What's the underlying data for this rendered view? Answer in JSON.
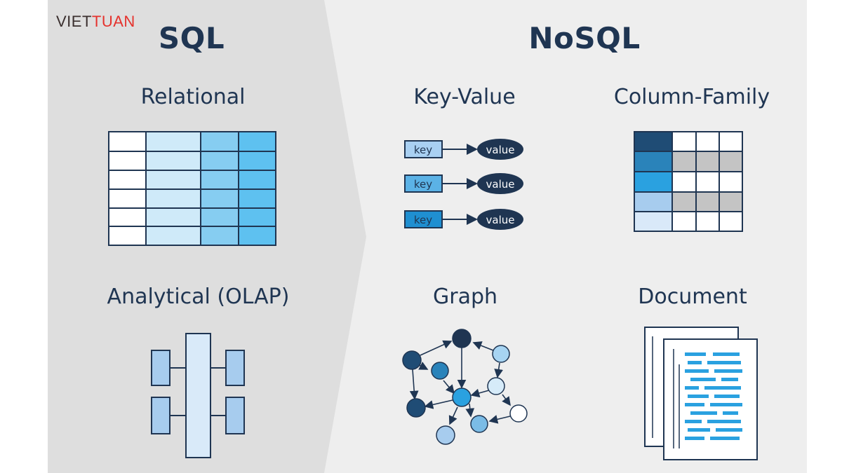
{
  "logo": {
    "part1": "VIET",
    "part2": "TUAN"
  },
  "sql": {
    "title": "SQL",
    "relational_label": "Relational",
    "olap_label": "Analytical (OLAP)"
  },
  "nosql": {
    "title": "NoSQL",
    "keyvalue_label": "Key-Value",
    "columnfamily_label": "Column-Family",
    "graph_label": "Graph",
    "document_label": "Document"
  },
  "keyvalue": {
    "key_text": "key",
    "value_text": "value",
    "key_colors": [
      "#a9d0f2",
      "#5bb2e6",
      "#1f8fd1"
    ]
  },
  "colors": {
    "navy": "#1f3552",
    "sql_panel": "#dedede",
    "nosql_panel": "#eeeeee",
    "relational_columns": [
      "#ffffff",
      "#cfeaf9",
      "#86cdf1",
      "#5ec1f0"
    ],
    "columnfamily_first_col": [
      "#1f4c75",
      "#2a83ba",
      "#2aa1e0",
      "#a7ccee",
      "#d9e9f9"
    ],
    "document_lines": "#2aa1e0"
  }
}
